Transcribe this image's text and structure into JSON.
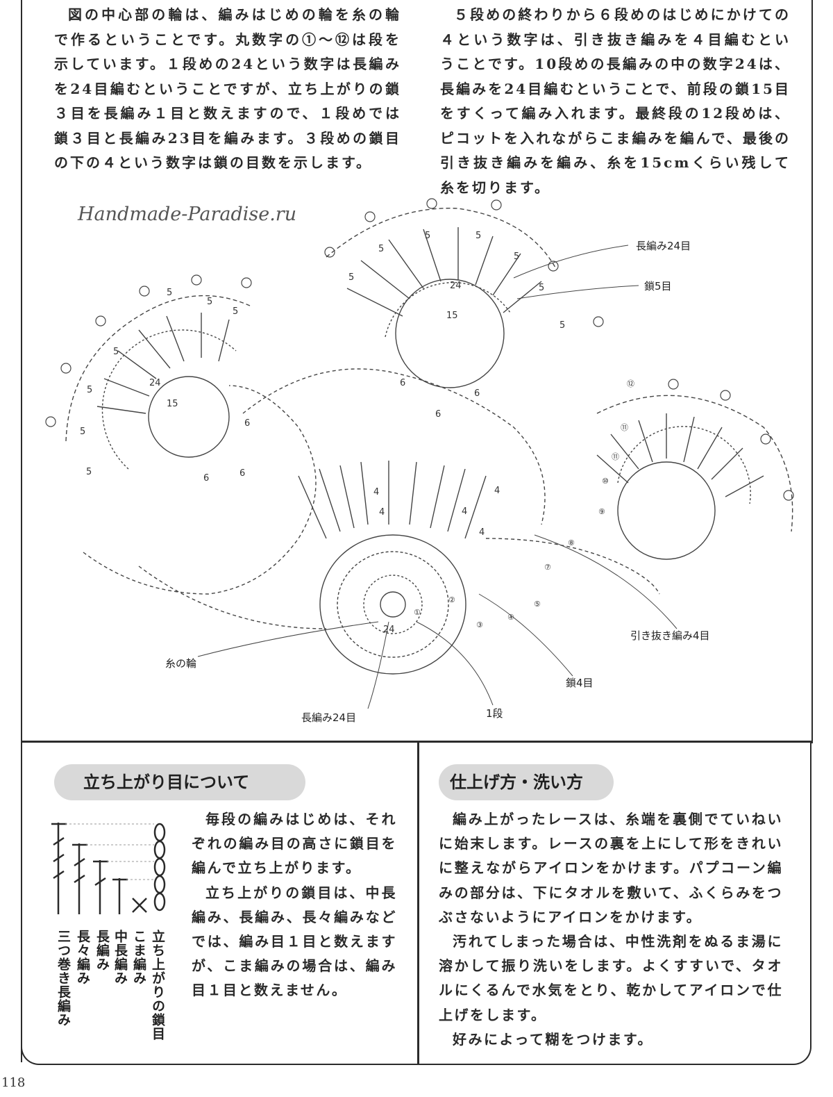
{
  "top_text": {
    "left": [
      "図の中心部の輪は、編みはじめの輪を糸の輪で作るということです。丸数字の①〜⑫は段を示しています。１段めの24という数字は長編みを24目編むということですが、立ち上がりの鎖３目を長編み１目と数えますので、１段めでは鎖３目と長編み23目を編みます。３段めの鎖目の下の４という数字は鎖の目数を示します。"
    ],
    "right": [
      "５段めの終わりから６段めのはじめにかけての４という数字は、引き抜き編みを４目編むということです。10段めの長編みの中の数字24は、長編みを24目編むということで、前段の鎖15目をすくって編み入れます。最終段の12段めは、ピコットを入れながらこま編みを編んで、最後の引き抜き編みを編み、糸を15cmくらい残して糸を切ります。"
    ]
  },
  "diagram": {
    "watermark": "Handmade-Paradise.ru",
    "callouts": {
      "c1": "長編み24目",
      "c2": "鎖5目",
      "c3": "引き抜き編み4目",
      "c4": "鎖4目",
      "c5": "1段",
      "c6": "長編み24目",
      "c7": "糸の輪"
    },
    "round_markers": [
      "①",
      "②",
      "③",
      "④",
      "⑤",
      "⑦",
      "⑧",
      "⑨",
      "⑩",
      "⑪",
      "⑫"
    ],
    "numbers": {
      "n5": "5",
      "n6": "6",
      "n4": "4",
      "n15": "15",
      "n24": "24"
    }
  },
  "bottom_left": {
    "heading": "立ち上がり目について",
    "paragraphs": [
      "毎段の編みはじめは、それぞれの編み目の高さに鎖目を編んで立ち上がります。",
      "立ち上がりの鎖目は、中長編み、長編み、長々編みなどでは、編み目１目と数えますが、こま編みの場合は、編み目１目と数えません。"
    ],
    "symbol_labels": [
      "三つ巻き長編み",
      "長々編み",
      "長編み",
      "中長編み",
      "こま編み",
      "立ち上がりの鎖目"
    ]
  },
  "bottom_right": {
    "heading": "仕上げ方・洗い方",
    "paragraphs": [
      "編み上がったレースは、糸端を裏側でていねいに始末します。レースの裏を上にして形をきれいに整えながらアイロンをかけます。パプコーン編みの部分は、下にタオルを敷いて、ふくらみをつぶさないようにアイロンをかけます。",
      "汚れてしまった場合は、中性洗剤をぬるま湯に溶かして振り洗いをします。よくすすいで、タオルにくるんで水気をとり、乾かしてアイロンで仕上げをします。",
      "好みによって糊をつけます。"
    ]
  },
  "page_number": "118"
}
